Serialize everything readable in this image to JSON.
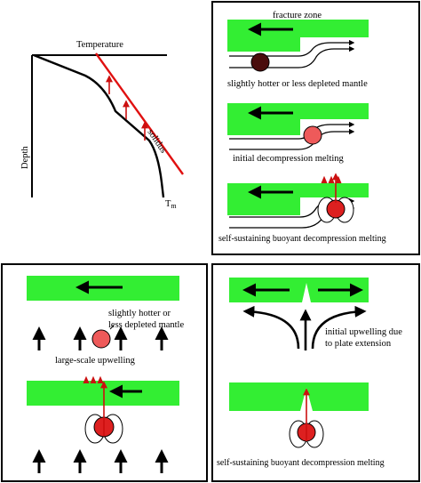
{
  "colors": {
    "plate": "#33ee33",
    "solidus": "#e01010",
    "upwelling_arrow": "#cc1010",
    "dark_blob": "#4a0c0c",
    "melt_blob": "#ee5a5a",
    "flow_line": "#000000"
  },
  "panel_a": {
    "x_axis_label": "Temperature",
    "y_axis_label": "Depth",
    "solidus_label": "solidus",
    "geotherm_label_main": "T",
    "geotherm_label_sub": "m"
  },
  "panel_b": {
    "fracture_zone_label": "fracture zone",
    "step1_caption": "slightly hotter or less depleted mantle",
    "step2_caption": "initial decompression melting",
    "step3_caption": "self-sustaining  buoyant decompression melting"
  },
  "panel_c": {
    "anomaly_label_line1": "slightly hotter or",
    "anomaly_label_line2": "less depleted mantle",
    "upwelling_label": "large-scale upwelling"
  },
  "panel_d": {
    "upwelling_label_line1": "initial upwelling due",
    "upwelling_label_line2": "to plate extension",
    "caption": "self-sustaining  buoyant decompression melting"
  }
}
